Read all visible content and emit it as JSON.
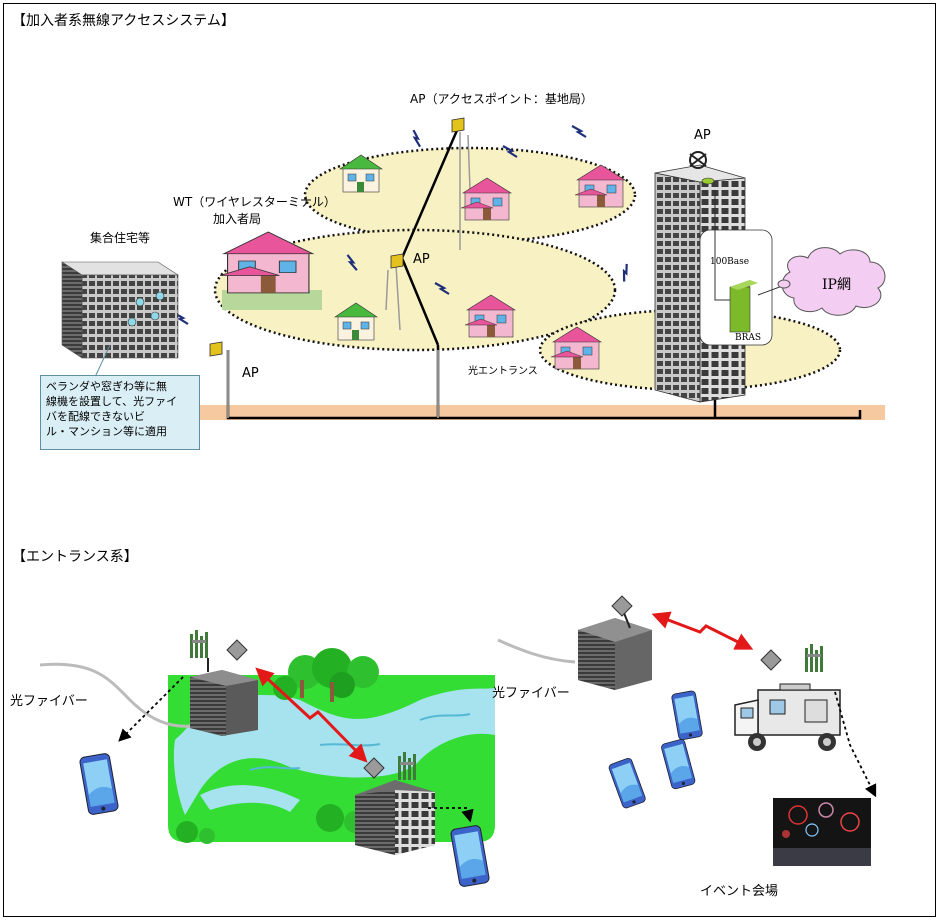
{
  "sections": {
    "top_title": "【加入者系無線アクセスシステム】",
    "bottom_title": "【エントランス系】"
  },
  "labels": {
    "ap_top": "AP（アクセスポイント：基地局）",
    "ap_building": "AP",
    "ap_middle": "AP",
    "ap_left": "AP",
    "wt_line1": "WT（ワイヤレスターミナル）",
    "wt_line2": "加入者局",
    "multi_dwelling": "集合住宅等",
    "hikari_entrance": "光エントランス",
    "base100": "100Base",
    "bras": "BRAS",
    "ip_network": "IP網",
    "fiber_left": "光ファイバー",
    "fiber_right": "光ファイバー",
    "event_venue": "イベント会場"
  },
  "note_lines": [
    "ベランダや窓ぎわ等に無",
    "線機を設置して、光ファイ",
    "バを配線できないビ",
    "ル・マンション等に適用"
  ],
  "colors": {
    "cell_fill": "#f8f1c4",
    "ground": "#f7c9a0",
    "park_green": "#33dd33",
    "river": "#a7e3ef",
    "red_link": "#e31818",
    "bras_green": "#7dba2a",
    "cloud": "#f4cdf2",
    "house_roof": "#e8559b",
    "green_roof": "#49b83f"
  }
}
